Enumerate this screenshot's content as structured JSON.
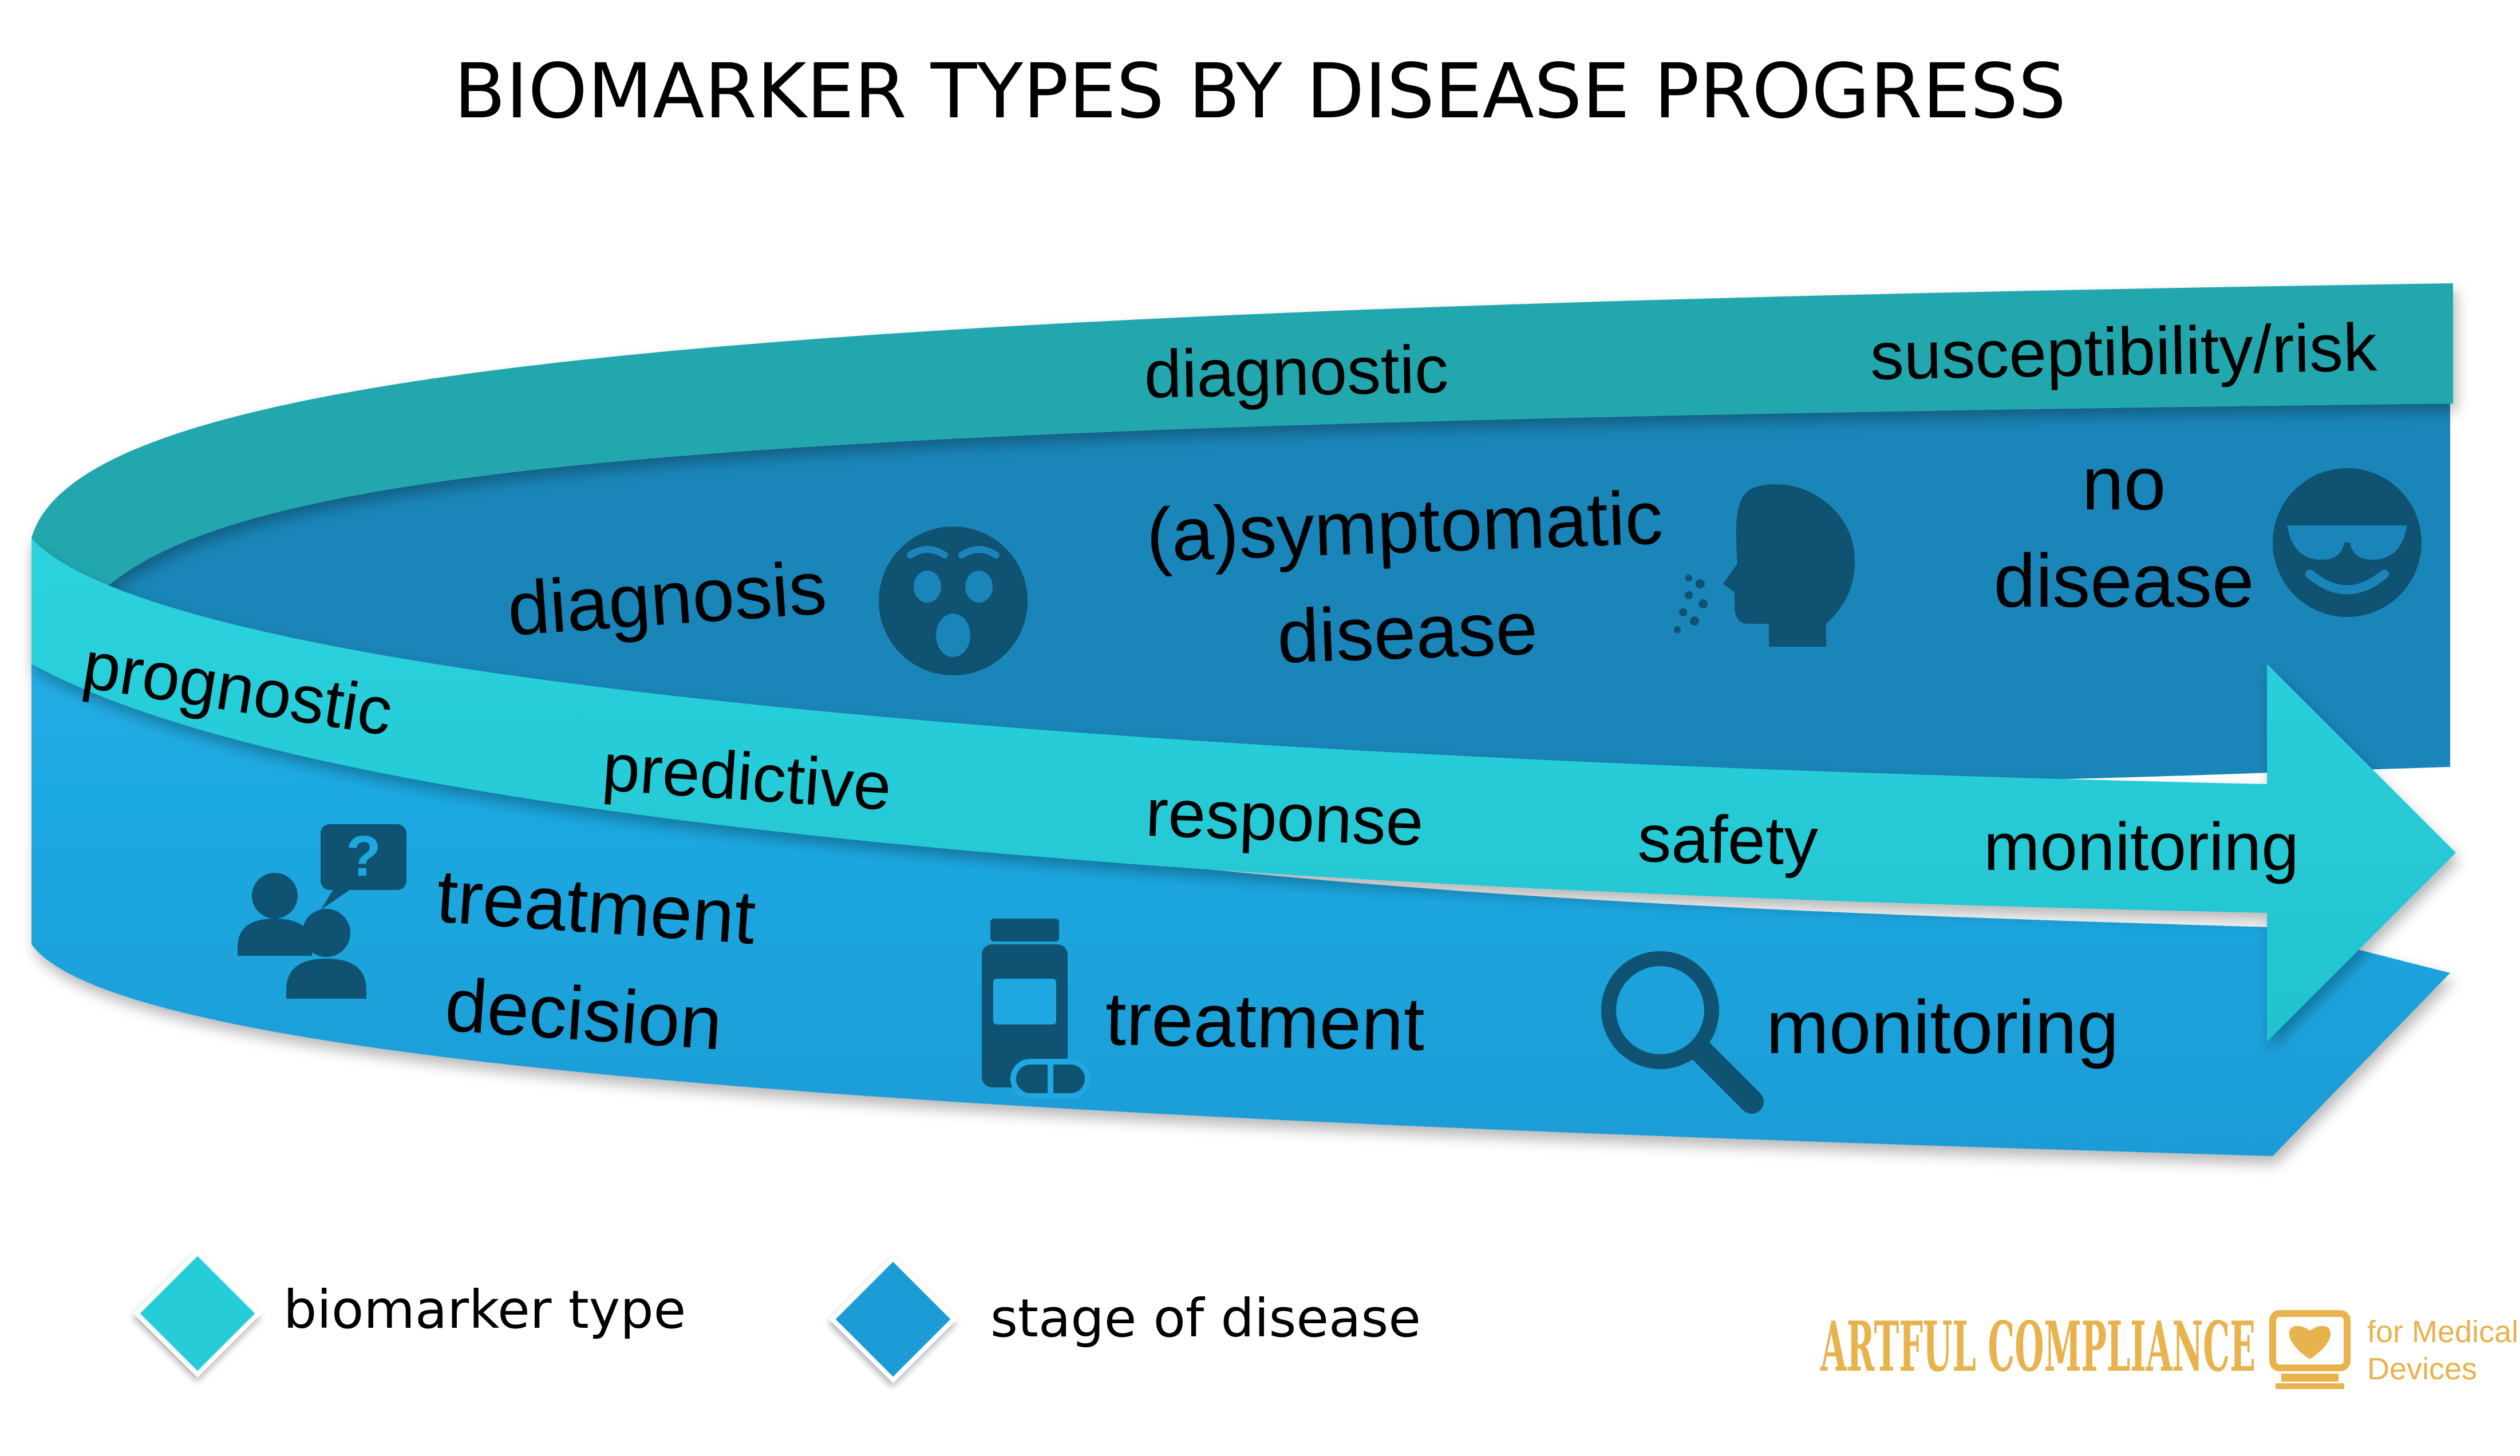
{
  "title": "BIOMARKER TYPES BY DISEASE PROGRESS",
  "colors": {
    "biomarker_band": "#27CDD8",
    "biomarker_band_dark": "#23A7AE",
    "stage_upper": "#1A85B8",
    "stage_lower": "#1EA7E0",
    "icon": "#0F5272",
    "brand": "#E8B24C"
  },
  "biomarker_types": {
    "diagnostic": "diagnostic",
    "susceptibility": "susceptibility/risk",
    "prognostic": "prognostic",
    "predictive": "predictive",
    "response": "response",
    "safety": "safety",
    "monitoring": "monitoring"
  },
  "stages": {
    "diagnosis": "diagnosis",
    "asymptomatic_line1": "(a)symptomatic",
    "asymptomatic_line2": "disease",
    "no_disease_line1": "no",
    "no_disease_line2": "disease",
    "treatment_decision_line1": "treatment",
    "treatment_decision_line2": "decision",
    "treatment": "treatment",
    "monitoring": "monitoring"
  },
  "icons": {
    "diagnosis": "surprised-face-icon",
    "asymptomatic": "sneezing-head-icon",
    "no_disease": "sunglasses-face-icon",
    "treatment_decision": "people-question-icon",
    "treatment": "medicine-bottle-icon",
    "monitoring": "magnifier-icon",
    "brand": "heart-monitor-icon"
  },
  "legend": {
    "biomarker_type": "biomarker type",
    "stage_of_disease": "stage of disease"
  },
  "brand": {
    "name": "ARTFUL COMPLIANCE",
    "sub_line1": "for Medical",
    "sub_line2": "Devices"
  }
}
